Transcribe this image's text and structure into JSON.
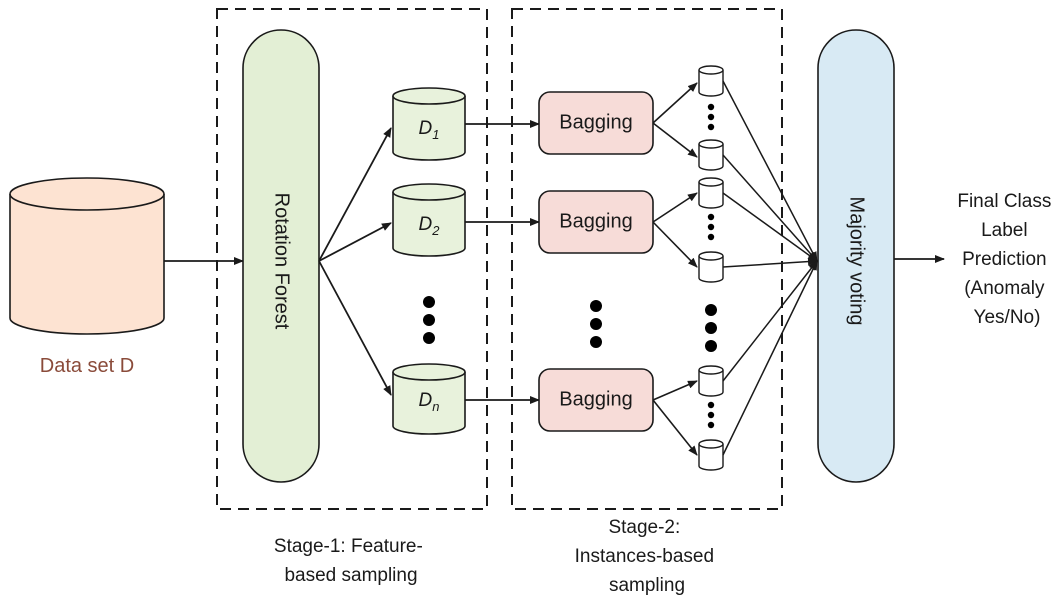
{
  "dataset": {
    "label": "Data set D"
  },
  "rotation_forest": {
    "label": "Rotation Forest"
  },
  "subsets": [
    {
      "letter": "D",
      "sub": "1"
    },
    {
      "letter": "D",
      "sub": "2"
    },
    {
      "letter": "D",
      "sub": "n"
    }
  ],
  "bagging": {
    "labels": [
      "Bagging",
      "Bagging",
      "Bagging"
    ]
  },
  "majority": {
    "label": "Majority voting"
  },
  "output": {
    "lines": [
      "Final Class",
      "Label",
      "Prediction",
      "(Anomaly",
      "Yes/No)"
    ]
  },
  "stage1": {
    "lines": [
      "Stage-1: Feature-",
      "based sampling"
    ]
  },
  "stage2": {
    "lines": [
      "Stage-2:",
      "Instances-based",
      "sampling"
    ]
  },
  "colors": {
    "dataset_fill": "#fde3d2",
    "rotation_fill": "#e3efd5",
    "subset_fill": "#e8f2dc",
    "bagging_fill": "#f7dcd8",
    "majority_fill": "#d8eaf4",
    "small_cyl_fill": "#ffffff",
    "stroke": "#1a1a1a",
    "dataset_label": "#8a4b3a"
  },
  "icons": [
    "cylinder-database",
    "ellipsis-dots",
    "arrow"
  ]
}
